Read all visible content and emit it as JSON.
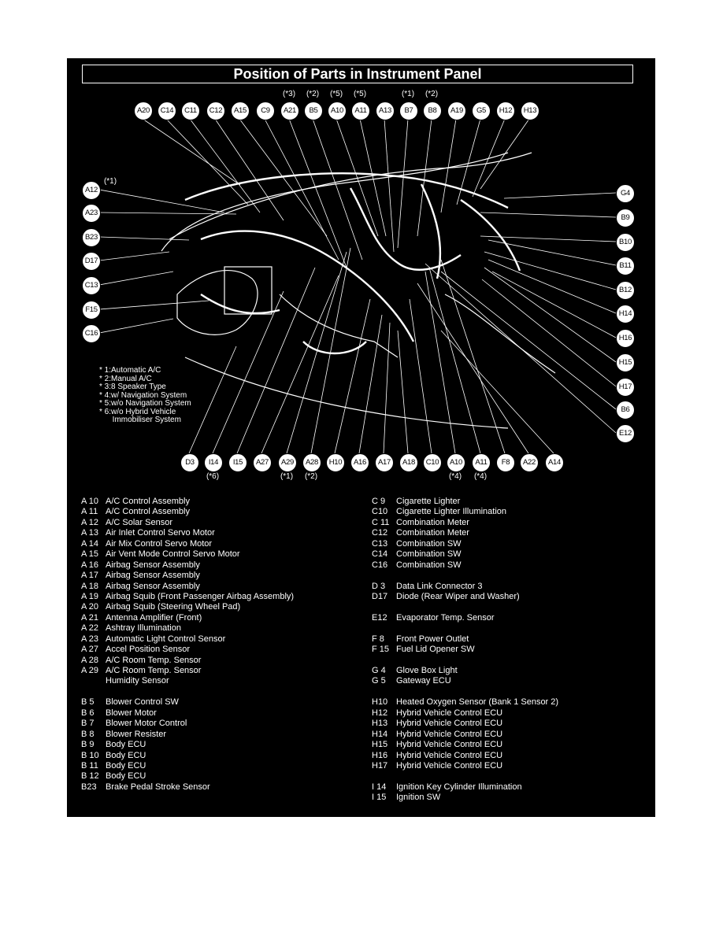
{
  "title": "Position of Parts in Instrument Panel",
  "callouts_top": [
    {
      "label": "A20"
    },
    {
      "label": "C14"
    },
    {
      "label": "C11"
    },
    {
      "label": "C12"
    },
    {
      "label": "A15"
    },
    {
      "label": "C9"
    },
    {
      "label": "A21",
      "note": "(*3)"
    },
    {
      "label": "B5",
      "note": "(*2)"
    },
    {
      "label": "A10",
      "note": "(*5)"
    },
    {
      "label": "A11",
      "note": "(*5)"
    },
    {
      "label": "A13"
    },
    {
      "label": "B7",
      "note": "(*1)"
    },
    {
      "label": "B8",
      "note": "(*2)"
    },
    {
      "label": "A19"
    },
    {
      "label": "G5"
    },
    {
      "label": "H12"
    },
    {
      "label": "H13"
    }
  ],
  "callouts_left": [
    {
      "label": "A12",
      "note": "(*1)"
    },
    {
      "label": "A23"
    },
    {
      "label": "B23"
    },
    {
      "label": "D17"
    },
    {
      "label": "C13"
    },
    {
      "label": "F15"
    },
    {
      "label": "C16"
    }
  ],
  "callouts_right": [
    {
      "label": "G4"
    },
    {
      "label": "B9"
    },
    {
      "label": "B10"
    },
    {
      "label": "B11"
    },
    {
      "label": "B12"
    },
    {
      "label": "H14"
    },
    {
      "label": "H16"
    },
    {
      "label": "H15"
    },
    {
      "label": "H17"
    },
    {
      "label": "B6"
    },
    {
      "label": "E12"
    }
  ],
  "callouts_bottom": [
    {
      "label": "D3"
    },
    {
      "label": "I14",
      "note": "(*6)"
    },
    {
      "label": "I15"
    },
    {
      "label": "A27"
    },
    {
      "label": "A29",
      "note": "(*1)"
    },
    {
      "label": "A28",
      "note": "(*2)"
    },
    {
      "label": "H10"
    },
    {
      "label": "A16"
    },
    {
      "label": "A17"
    },
    {
      "label": "A18"
    },
    {
      "label": "C10"
    },
    {
      "label": "A10",
      "note": "(*4)"
    },
    {
      "label": "A11",
      "note": "(*4)"
    },
    {
      "label": "F8"
    },
    {
      "label": "A22"
    },
    {
      "label": "A14"
    }
  ],
  "footnotes": [
    "* 1:Automatic A/C",
    "* 2:Manual A/C",
    "* 3:8 Speaker Type",
    "* 4:w/ Navigation System",
    "* 5:w/o Navigation System",
    "* 6:w/o Hybrid Vehicle",
    "      Immobiliser System"
  ],
  "legend_left": [
    {
      "code": "A 10",
      "name": "A/C Control Assembly"
    },
    {
      "code": "A 11",
      "name": "A/C Control Assembly"
    },
    {
      "code": "A 12",
      "name": "A/C Solar Sensor"
    },
    {
      "code": "A 13",
      "name": "Air Inlet Control Servo Motor"
    },
    {
      "code": "A 14",
      "name": "Air Mix Control Servo Motor"
    },
    {
      "code": "A 15",
      "name": "Air Vent Mode Control Servo Motor"
    },
    {
      "code": "A 16",
      "name": "Airbag Sensor Assembly"
    },
    {
      "code": "A 17",
      "name": "Airbag Sensor Assembly"
    },
    {
      "code": "A 18",
      "name": "Airbag Sensor Assembly"
    },
    {
      "code": "A 19",
      "name": "Airbag Squib (Front Passenger Airbag Assembly)"
    },
    {
      "code": "A 20",
      "name": "Airbag Squib (Steering Wheel Pad)"
    },
    {
      "code": "A 21",
      "name": "Antenna Amplifier (Front)"
    },
    {
      "code": "A 22",
      "name": "Ashtray Illumination"
    },
    {
      "code": "A 23",
      "name": "Automatic Light Control Sensor"
    },
    {
      "code": "A 27",
      "name": "Accel Position Sensor"
    },
    {
      "code": "A 28",
      "name": "A/C Room Temp. Sensor"
    },
    {
      "code": "A 29",
      "name": "A/C Room Temp. Sensor"
    },
    {
      "code": "",
      "name": "Humidity Sensor"
    },
    {
      "code": "",
      "name": ""
    },
    {
      "code": "B  5",
      "name": "Blower Control SW"
    },
    {
      "code": "B  6",
      "name": "Blower Motor"
    },
    {
      "code": "B  7",
      "name": "Blower Motor Control"
    },
    {
      "code": "B  8",
      "name": "Blower Resister"
    },
    {
      "code": "B  9",
      "name": "Body ECU"
    },
    {
      "code": "B 10",
      "name": "Body ECU"
    },
    {
      "code": "B 11",
      "name": "Body ECU"
    },
    {
      "code": "B 12",
      "name": "Body ECU"
    },
    {
      "code": "B23",
      "name": "Brake Pedal Stroke Sensor"
    }
  ],
  "legend_right": [
    {
      "code": "C  9",
      "name": "Cigarette Lighter"
    },
    {
      "code": "C10",
      "name": "Cigarette Lighter Illumination"
    },
    {
      "code": "C 11",
      "name": "Combination Meter"
    },
    {
      "code": "C12",
      "name": "Combination Meter"
    },
    {
      "code": "C13",
      "name": "Combination SW"
    },
    {
      "code": "C14",
      "name": "Combination SW"
    },
    {
      "code": "C16",
      "name": "Combination SW"
    },
    {
      "code": "",
      "name": ""
    },
    {
      "code": "D  3",
      "name": "Data Link Connector 3"
    },
    {
      "code": "D17",
      "name": "Diode (Rear Wiper and Washer)"
    },
    {
      "code": "",
      "name": ""
    },
    {
      "code": "E12",
      "name": "Evaporator Temp. Sensor"
    },
    {
      "code": "",
      "name": ""
    },
    {
      "code": "F  8",
      "name": "Front Power Outlet"
    },
    {
      "code": "F 15",
      "name": "Fuel Lid Opener SW"
    },
    {
      "code": "",
      "name": ""
    },
    {
      "code": "G  4",
      "name": "Glove Box Light"
    },
    {
      "code": "G  5",
      "name": "Gateway ECU"
    },
    {
      "code": "",
      "name": ""
    },
    {
      "code": "H10",
      "name": "Heated Oxygen Sensor (Bank 1 Sensor 2)"
    },
    {
      "code": "H12",
      "name": "Hybrid Vehicle Control ECU"
    },
    {
      "code": "H13",
      "name": "Hybrid Vehicle Control ECU"
    },
    {
      "code": "H14",
      "name": "Hybrid Vehicle Control ECU"
    },
    {
      "code": "H15",
      "name": "Hybrid Vehicle Control ECU"
    },
    {
      "code": "H16",
      "name": "Hybrid Vehicle Control ECU"
    },
    {
      "code": "H17",
      "name": "Hybrid Vehicle Control ECU"
    },
    {
      "code": "",
      "name": ""
    },
    {
      "code": "I  14",
      "name": "Ignition Key Cylinder Illumination"
    },
    {
      "code": "I  15",
      "name": "Ignition SW"
    }
  ]
}
